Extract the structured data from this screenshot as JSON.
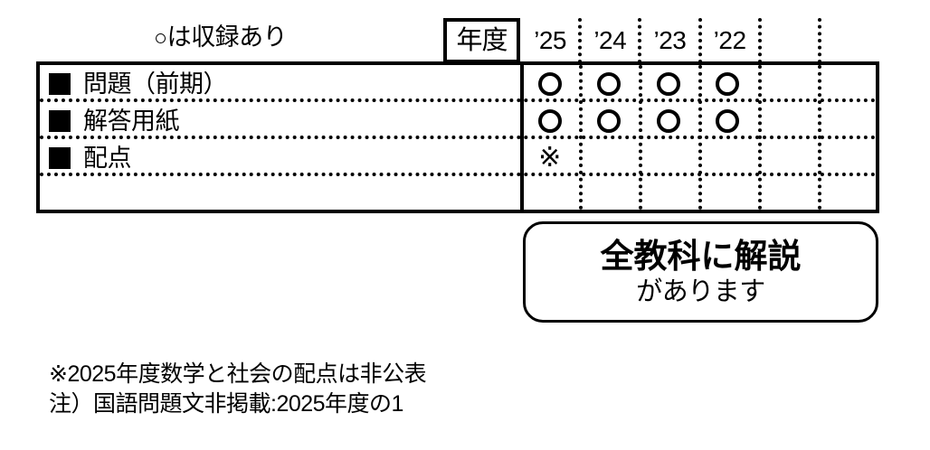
{
  "legend": {
    "circle_icon": "○",
    "text": "は収録あり",
    "full": "○は収録あり"
  },
  "table": {
    "year_header_label": "年度",
    "year_columns": [
      "’25",
      "’24",
      "’23",
      "’22",
      "",
      ""
    ],
    "rows": [
      {
        "label": "問題（前期）",
        "marks": [
          "○",
          "○",
          "○",
          "○",
          "",
          ""
        ]
      },
      {
        "label": "解答用紙",
        "marks": [
          "○",
          "○",
          "○",
          "○",
          "",
          ""
        ]
      },
      {
        "label": "配点",
        "marks": [
          "※",
          "",
          "",
          "",
          "",
          ""
        ]
      },
      {
        "label": "",
        "marks": [
          "",
          "",
          "",
          "",
          "",
          ""
        ]
      }
    ]
  },
  "callout": {
    "line1": "全教科に解説",
    "line2": "があります"
  },
  "footnotes": [
    "※2025年度数学と社会の配点は非公表",
    "注）国語問題文非掲載:2025年度の1"
  ],
  "colors": {
    "ink": "#000000",
    "paper": "#ffffff"
  }
}
